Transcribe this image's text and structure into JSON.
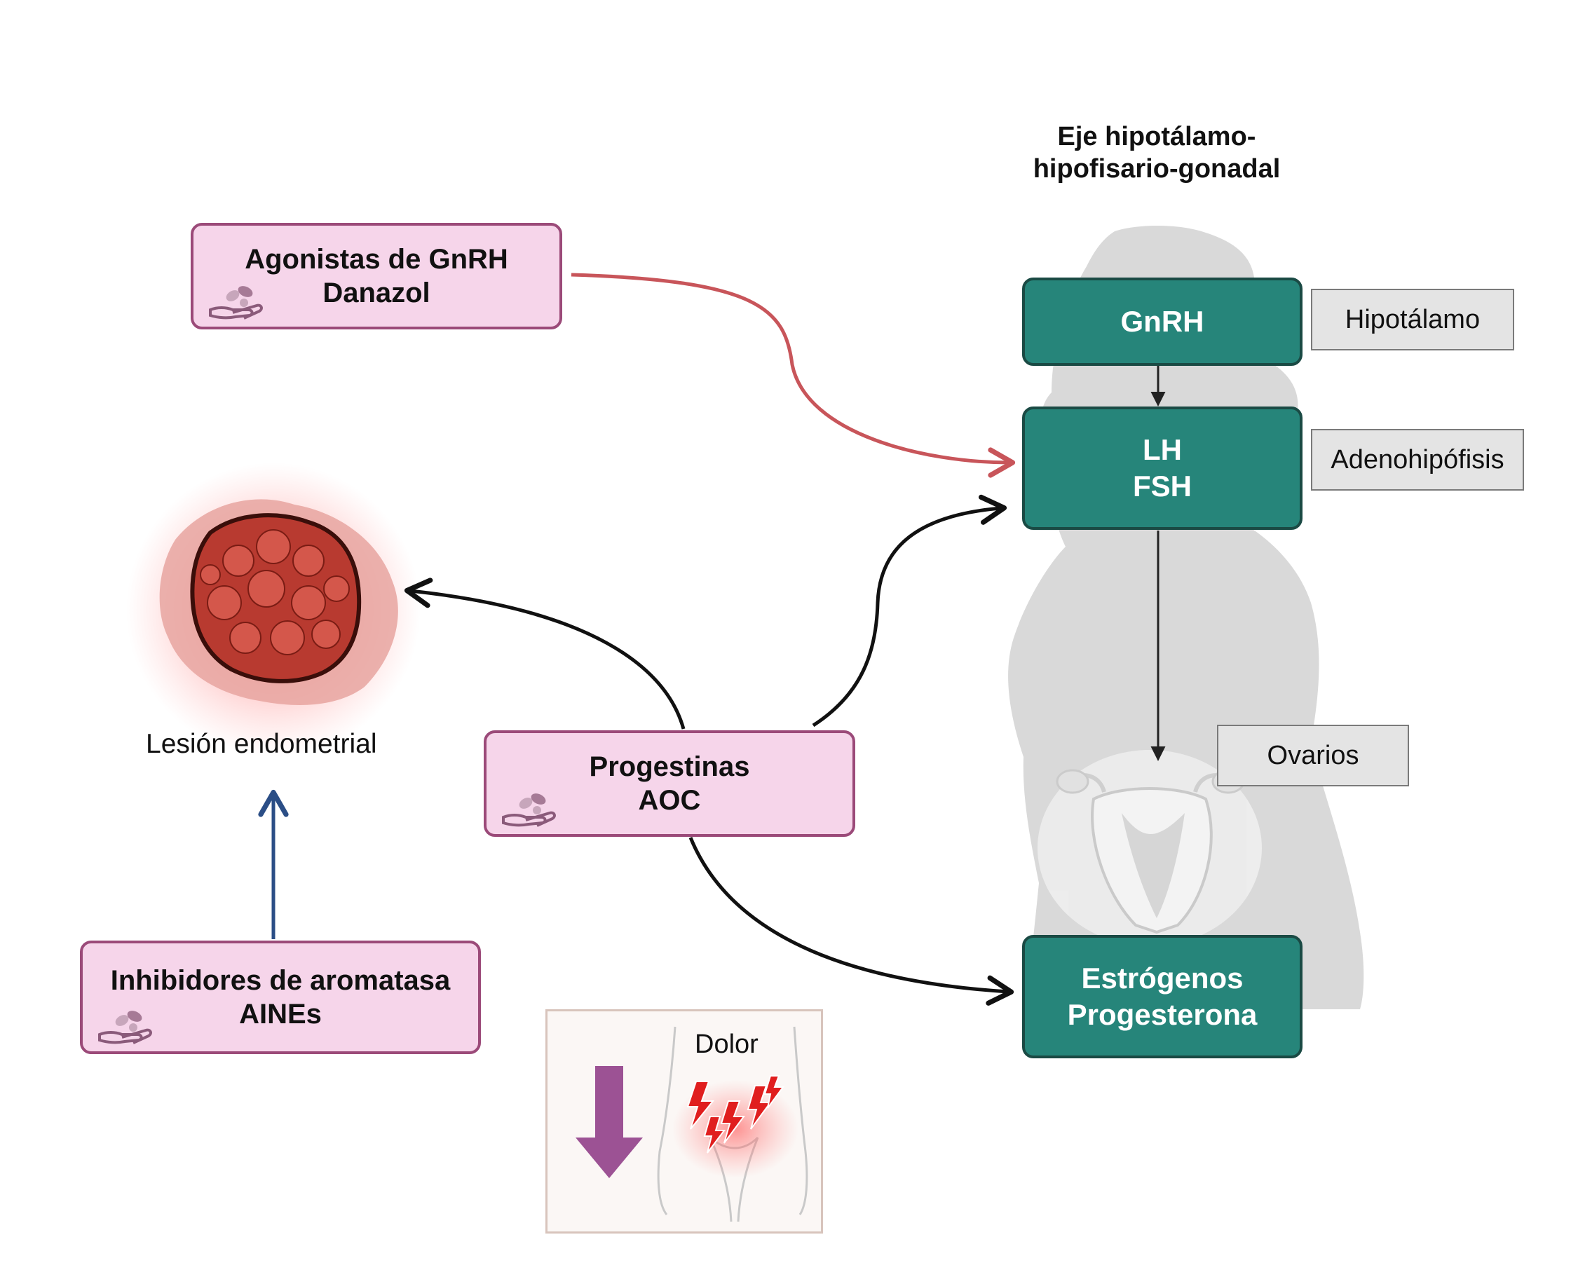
{
  "title": "Eje hipotálamo-\nhipofisario-gonadal",
  "drugs": {
    "gnrh_agonists": {
      "line1": "Agonistas de GnRH",
      "line2": "Danazol",
      "icon": "pill-hand-icon"
    },
    "progestins": {
      "line1": "Progestinas",
      "line2": "AOC",
      "icon": "pill-hand-icon"
    },
    "aromatase": {
      "line1": "Inhibidores de aromatasa",
      "line2": "AINEs",
      "icon": "pill-hand-icon"
    }
  },
  "hormones": {
    "gnrh": {
      "line1": "GnRH"
    },
    "lh_fsh": {
      "line1": "LH",
      "line2": "FSH"
    },
    "steroids": {
      "line1": "Estrógenos",
      "line2": "Progesterona"
    }
  },
  "organs": {
    "hypothalamus": "Hipotálamo",
    "pituitary": "Adenohipófisis",
    "ovaries": "Ovarios"
  },
  "lesion_label": "Lesión endometrial",
  "pain_label": "Dolor",
  "colors": {
    "drug_fill": "#f6d5ea",
    "drug_border": "#9b4a79",
    "hormone_fill": "#26857a",
    "inhibit_arrow": "#c8555a",
    "blue_arrow": "#2b4e86",
    "pain_arrow": "#9c5294"
  }
}
